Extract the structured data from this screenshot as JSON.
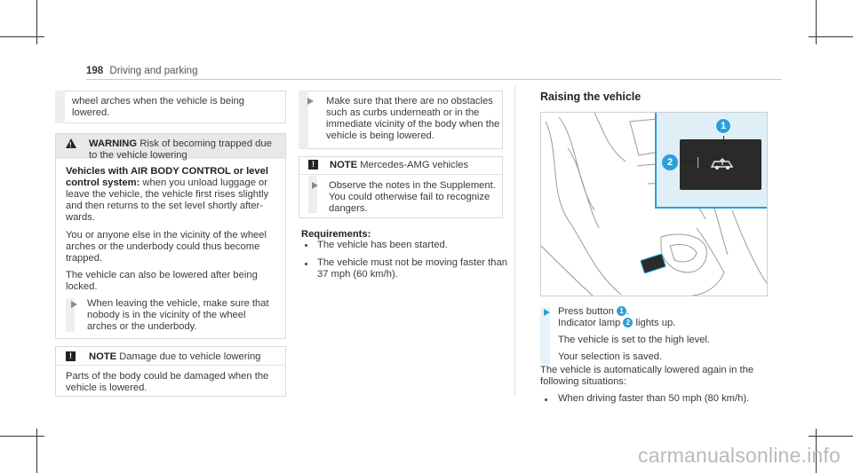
{
  "header": {
    "page_number": "198",
    "section": "Driving and parking"
  },
  "col1": {
    "intro_lines": [
      "wheel arches when the vehicle is being",
      "lowered."
    ],
    "warning": {
      "label": "WARNING",
      "title_lines": [
        "Risk of becoming trapped due",
        "to the vehicle lowering"
      ],
      "subhead_lines": [
        "Vehicles with AIR BODY CONTROL or level",
        "control system:"
      ],
      "body_lines": [
        "when you unload luggage or",
        "leave the vehicle, the vehicle first rises slightly",
        "and then returns to the set level shortly after-",
        "wards."
      ],
      "para2_lines": [
        "You or anyone else in the vicinity of the wheel",
        "arches or the underbody could thus become",
        "trapped."
      ],
      "para3_lines": [
        "The vehicle can also be lowered after being",
        "locked."
      ],
      "step_lines": [
        "When leaving the vehicle, make sure that",
        "nobody is in the vicinity of the wheel",
        "arches or the underbody."
      ]
    },
    "note": {
      "label": "NOTE",
      "title": "Damage due to vehicle lowering",
      "body_lines": [
        "Parts of the body could be damaged when the",
        "vehicle is lowered."
      ]
    }
  },
  "col2": {
    "step_lines": [
      "Make sure that there are no obstacles",
      "such as curbs underneath or in the",
      "immediate vicinity of the body when the",
      "vehicle is being lowered."
    ],
    "note": {
      "label": "NOTE",
      "title": "Mercedes-AMG vehicles",
      "step_lines": [
        "Observe the notes in the Supplement.",
        "You could otherwise fail to recognize",
        "dangers."
      ]
    },
    "requirements": {
      "label": "Requirements:",
      "items": [
        {
          "lines": [
            "The vehicle has been started."
          ]
        },
        {
          "lines": [
            "The vehicle must not be moving faster than",
            "37 mph (60 km/h)."
          ]
        }
      ]
    }
  },
  "col3": {
    "heading": "Raising the vehicle",
    "figure": {
      "callout_1": "1",
      "callout_2": "2",
      "colors": {
        "accent": "#2b9fd8",
        "panel_bg": "#dfeef7",
        "button": "#2a2a2a"
      }
    },
    "step": {
      "press_text": "Press button",
      "press_num": "1",
      "indicator_text": "Indicator lamp",
      "indicator_num": "2",
      "indicator_suffix": "lights up.",
      "result1": "The vehicle is set to the high level.",
      "result2": "Your selection is saved."
    },
    "auto_lines": [
      "The vehicle is automatically lowered again in the",
      "following situations:"
    ],
    "bullets": [
      "When driving faster than 50 mph (80 km/h)."
    ]
  },
  "watermark": "carmanualsonline.info"
}
